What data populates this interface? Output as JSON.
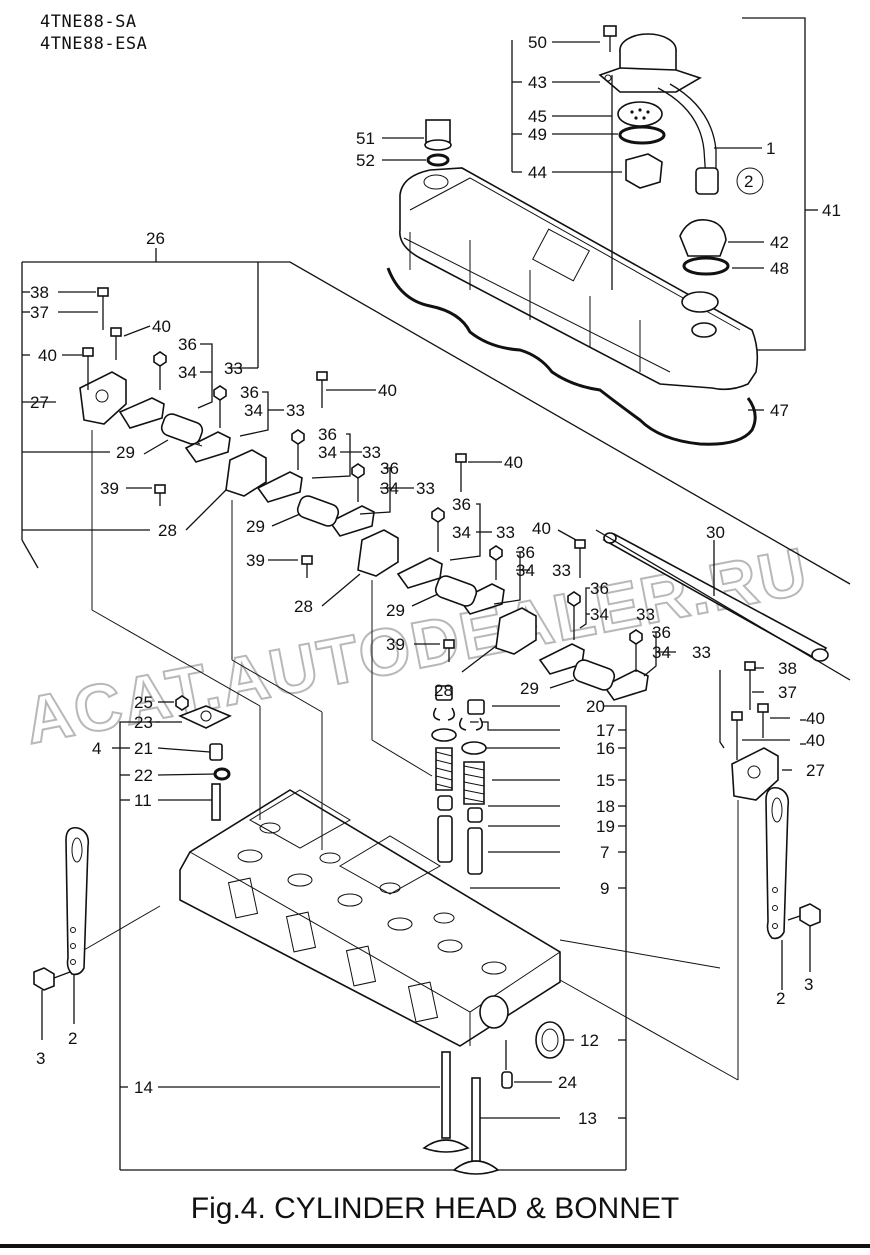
{
  "header": {
    "model_line_1": "4TNE88-SA",
    "model_line_2": "4TNE88-ESA"
  },
  "caption": "Fig.4.  CYLINDER HEAD & BONNET",
  "watermark": "ACAT.AUTODEALER.RU",
  "callouts": {
    "c50": "50",
    "c43": "43",
    "c45": "45",
    "c49": "49",
    "c44": "44",
    "c51": "51",
    "c52": "52",
    "c1": "1",
    "c2_circled": "2",
    "c41": "41",
    "c42": "42",
    "c48": "48",
    "c47": "47",
    "c26": "26",
    "c38_left": "38",
    "c37_left": "37",
    "c40_a": "40",
    "c40_b": "40",
    "c36_a": "36",
    "c34_a": "34",
    "c33_a": "33",
    "c27_left": "27",
    "c36_b": "36",
    "c34_b": "34",
    "c33_b": "33",
    "c40_c": "40",
    "c29_a": "29",
    "c39_a": "39",
    "c28_a": "28",
    "c36_c": "36",
    "c34_c": "34",
    "c33_c": "33",
    "c36_d": "36",
    "c34_d": "34",
    "c33_d": "33",
    "c40_d": "40",
    "c29_b": "29",
    "c39_b": "39",
    "c28_b": "28",
    "c36_e": "36",
    "c34_e": "34",
    "c33_e": "33",
    "c40_e": "40",
    "c36_f": "36",
    "c34_f": "34",
    "c33_f": "33",
    "c30": "30",
    "c29_c": "29",
    "c28_c": "28",
    "c39_c": "39",
    "c36_g": "36",
    "c34_g": "34",
    "c33_g": "33",
    "c36_h": "36",
    "c34_h": "34",
    "c33_h": "33",
    "c29_d": "29",
    "c38_right": "38",
    "c37_right": "37",
    "c40_f": "40",
    "c40_g": "40",
    "c27_right": "27",
    "c25": "25",
    "c23": "23",
    "c4": "4",
    "c21": "21",
    "c22": "22",
    "c11": "11",
    "c20": "20",
    "c17": "17",
    "c16": "16",
    "c15": "15",
    "c18": "18",
    "c19": "19",
    "c7": "7",
    "c9": "9",
    "c12": "12",
    "c24": "24",
    "c14": "14",
    "c13": "13",
    "c2_left": "2",
    "c3_left": "3",
    "c2_right": "2",
    "c3_right": "3"
  }
}
